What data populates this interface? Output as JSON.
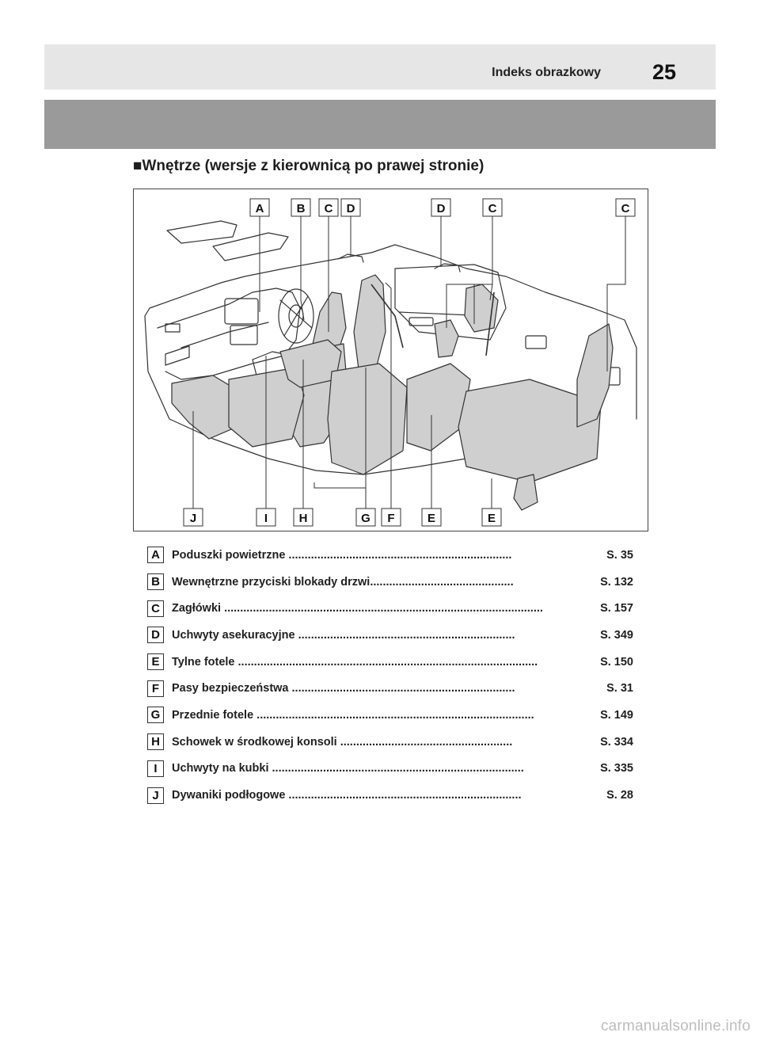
{
  "header": {
    "title": "Indeks obrazkowy",
    "page_number": "25"
  },
  "section": {
    "title": "■Wnętrze (wersje z kierownicą po prawej stronie)"
  },
  "figure": {
    "top_callouts": [
      "A",
      "B",
      "C",
      "D",
      "D",
      "C",
      "C"
    ],
    "bottom_callouts": [
      "J",
      "I",
      "H",
      "G",
      "F",
      "E",
      "E"
    ]
  },
  "legend": [
    {
      "key": "A",
      "label": "Poduszki powietrzne ......................................................................",
      "page": "S. 35"
    },
    {
      "key": "B",
      "label": "Wewnętrzne przyciski blokady drzwi.............................................",
      "page": "S. 132"
    },
    {
      "key": "C",
      "label": "Zagłówki ....................................................................................................",
      "page": "S. 157"
    },
    {
      "key": "D",
      "label": "Uchwyty asekuracyjne ....................................................................",
      "page": "S. 349"
    },
    {
      "key": "E",
      "label": "Tylne fotele ..............................................................................................",
      "page": "S. 150"
    },
    {
      "key": "F",
      "label": "Pasy bezpieczeństwa ......................................................................",
      "page": "S. 31"
    },
    {
      "key": "G",
      "label": "Przednie fotele .......................................................................................",
      "page": "S. 149"
    },
    {
      "key": "H",
      "label": "Schowek w środkowej konsoli ......................................................",
      "page": "S. 334"
    },
    {
      "key": "I",
      "label": "Uchwyty na kubki ...............................................................................",
      "page": "S. 335"
    },
    {
      "key": "J",
      "label": "Dywaniki podłogowe .........................................................................",
      "page": "S. 28"
    }
  ],
  "watermark": "carmanualsonline.info",
  "colors": {
    "header_bg": "#e6e6e6",
    "band_bg": "#9a9a9a",
    "part_fill": "#cfcfcf",
    "line": "#333333"
  }
}
